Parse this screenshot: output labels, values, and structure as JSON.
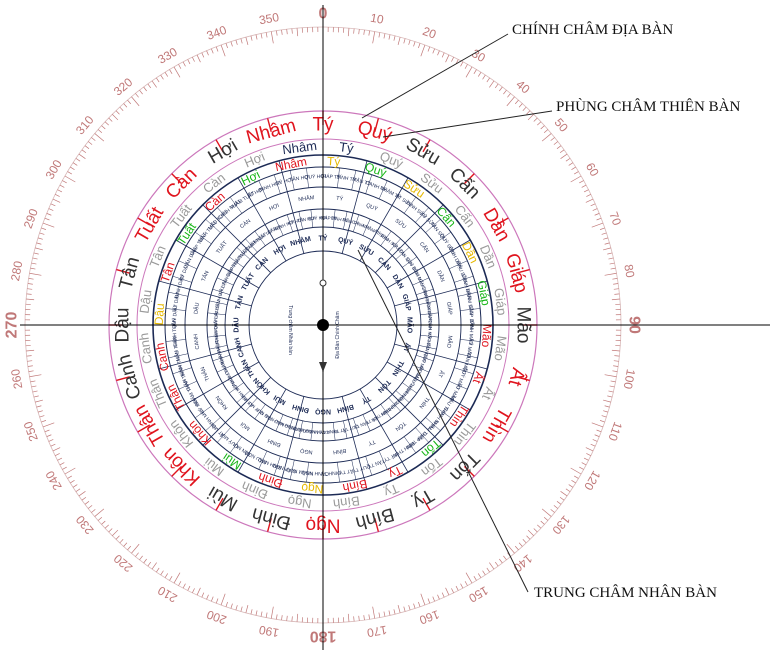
{
  "callouts": {
    "chinh_cham": "CHÍNH CHÂM ĐỊA BÀN",
    "phung_cham": "PHÙNG CHÂM THIÊN BÀN",
    "trung_cham": "TRUNG CHÂM NHÂN BÀN"
  },
  "degree_labels": [
    "0",
    "10",
    "20",
    "30",
    "40",
    "50",
    "60",
    "70",
    "80",
    "90",
    "100",
    "110",
    "120",
    "130",
    "140",
    "150",
    "160",
    "170",
    "180",
    "190",
    "200",
    "210",
    "220",
    "230",
    "240",
    "250",
    "260",
    "270",
    "280",
    "290",
    "300",
    "310",
    "320",
    "330",
    "340",
    "350"
  ],
  "cardinal_degrees": [
    "0",
    "90",
    "180",
    "270"
  ],
  "outer_ring": [
    "Nhâm",
    "Tý",
    "Quý",
    "Sửu",
    "Cấn",
    "Dần",
    "Giáp",
    "Mão",
    "Ất",
    "Thìn",
    "Tốn",
    "Tỵ",
    "Bính",
    "Ngọ",
    "Đinh",
    "Mùi",
    "Khôn",
    "Thân",
    "Canh",
    "Dậu",
    "Tân",
    "Tuất",
    "Càn",
    "Hợi"
  ],
  "middle_ring": [
    "Nhâm",
    "Tý",
    "Quý",
    "Sửu",
    "Cấn",
    "Dần",
    "Giáp",
    "Mão",
    "Ất",
    "Thìn",
    "Tốn",
    "Tỵ",
    "Bính",
    "Ngọ",
    "Đinh",
    "Mùi",
    "Khôn",
    "Thân",
    "Canh",
    "Dậu",
    "Tân",
    "Tuất",
    "Càn",
    "Hợi"
  ],
  "inner_ring": [
    "Nhâm",
    "Tý",
    "Quý",
    "Sửu",
    "Cấn",
    "Dần",
    "Giáp",
    "Mão",
    "Ất",
    "Thìn",
    "Tốn",
    "Tỵ",
    "Bính",
    "Ngọ",
    "Đinh",
    "Mùi",
    "Khôn",
    "Thân",
    "Canh",
    "Dậu",
    "Tân",
    "Tuất",
    "Càn",
    "Hợi"
  ],
  "core_ring": [
    "NHÂM",
    "TÝ",
    "QUÝ",
    "SỬU",
    "CẤN",
    "DẦN",
    "GIÁP",
    "MÃO",
    "ẤT",
    "THÌN",
    "TỐN",
    "TỴ",
    "BÍNH",
    "NGỌ",
    "ĐINH",
    "MÙI",
    "KHÔN",
    "THÂN",
    "CANH",
    "DẬU",
    "TÂN",
    "TUẤT",
    "CÀN",
    "HỢI"
  ],
  "sixty_ring": [
    "GIÁP TÝ",
    "BÍNH TÝ",
    "MẬU TÝ",
    "CANH TÝ",
    "NHÂM TÝ",
    "ẤT SỬU",
    "ĐINH SỬU",
    "KỶ SỬU",
    "TÂN SỬU",
    "QUÝ SỬU",
    "BÍNH DẦN",
    "MẬU DẦN",
    "CANH DẦN",
    "NHÂM DẦN",
    "GIÁP DẦN",
    "ĐINH MÃO",
    "KỶ MÃO",
    "TÂN MÃO",
    "QUÝ MÃO",
    "ẤT MÃO",
    "MẬU THÌN",
    "CANH THÌN",
    "NHÂM THÌN",
    "GIÁP THÌN",
    "BÍNH THÌN",
    "KỶ TỴ",
    "TÂN TỴ",
    "QUÝ TỴ",
    "ẤT TỴ",
    "ĐINH TỴ",
    "CANH NGỌ",
    "NHÂM NGỌ",
    "GIÁP NGỌ",
    "BÍNH NGỌ",
    "MẬU NGỌ",
    "TÂN MÙI",
    "QUÝ MÙI",
    "ẤT MÙI",
    "ĐINH MÙI",
    "KỶ MÙI",
    "NHÂM THÂN",
    "GIÁP THÂN",
    "BÍNH THÂN",
    "MẬU THÂN",
    "CANH THÂN",
    "QUÝ DẬU",
    "ẤT DẬU",
    "ĐINH DẬU",
    "KỶ DẬU",
    "TÂN DẬU",
    "GIÁP TUẤT",
    "BÍNH TUẤT",
    "MẬU TUẤT",
    "CANH TUẤT",
    "NHÂM TUẤT",
    "ẤT HỢI",
    "ĐINH HỢI",
    "KỶ HỢI",
    "TÂN HỢI",
    "QUÝ HỢI"
  ],
  "needle_labels": {
    "left": "Trung châm Nhân bàn",
    "right": "Địa Bàn Chính Châm"
  },
  "colors": {
    "red": "#e0141e",
    "green": "#16b516",
    "yellow": "#e6b800",
    "gray": "#9a9a9a",
    "dark": "#333333",
    "navy": "#1c2a55",
    "pink": "#cc77bb",
    "scale": "#c07878"
  },
  "outer_colors": [
    "red",
    "red",
    "red",
    "dark",
    "dark",
    "red",
    "red",
    "dark",
    "red",
    "red",
    "dark",
    "dark",
    "dark",
    "red",
    "dark",
    "dark",
    "red",
    "red",
    "dark",
    "dark",
    "dark",
    "red",
    "red",
    "dark"
  ],
  "middle_colors": [
    "navy",
    "navy",
    "gray",
    "gray",
    "gray",
    "gray",
    "gray",
    "gray",
    "gray",
    "gray",
    "gray",
    "gray",
    "gray",
    "gray",
    "gray",
    "gray",
    "gray",
    "gray",
    "gray",
    "gray",
    "gray",
    "gray",
    "gray",
    "gray"
  ],
  "middle_fixed": [
    [
      "navy",
      "Nhâm"
    ],
    [
      "navy",
      "Tý"
    ]
  ],
  "green_names": [
    "Hợi",
    "Quý",
    "Cấn",
    "Giáp",
    "Tốn",
    "Mùi",
    "Tuất"
  ],
  "yellow_names": [
    "Tý",
    "Sửu",
    "Dần",
    "Ngọ",
    "Dậu"
  ]
}
